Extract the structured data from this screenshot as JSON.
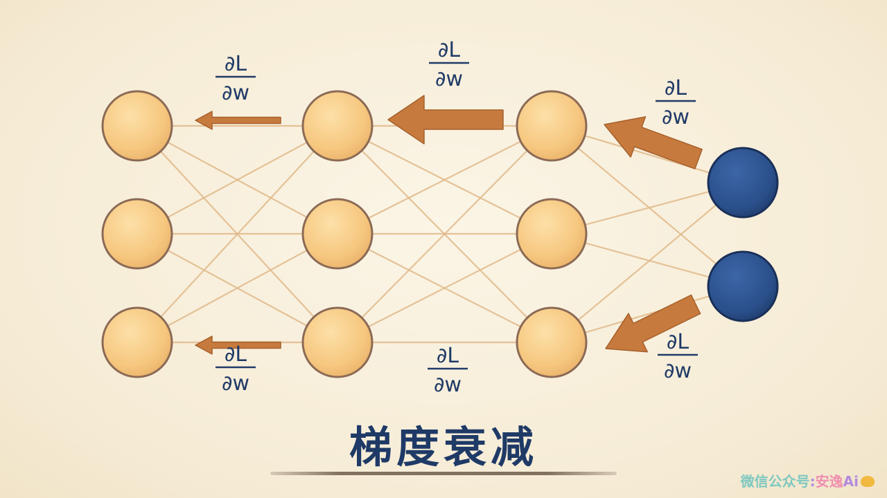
{
  "title": "梯度衰减",
  "gradient_label": {
    "numerator": "∂L",
    "denominator": "∂w"
  },
  "watermark": {
    "prefix": "微信公众号",
    "separator": ":",
    "name_cn": "安逸",
    "name_ai": "Ai",
    "icon": "duck-icon"
  },
  "colors": {
    "hidden_node": "#f6c77f",
    "output_node": "#2a4f8a",
    "arrow": "#c77a3d",
    "label": "#1f3a66",
    "connection": "#e0b98a"
  },
  "network": {
    "layers": [
      {
        "name": "layer-1",
        "nodes": 3,
        "type": "hidden"
      },
      {
        "name": "layer-2",
        "nodes": 3,
        "type": "hidden"
      },
      {
        "name": "layer-3",
        "nodes": 3,
        "type": "hidden"
      },
      {
        "name": "output",
        "nodes": 2,
        "type": "output"
      }
    ]
  }
}
